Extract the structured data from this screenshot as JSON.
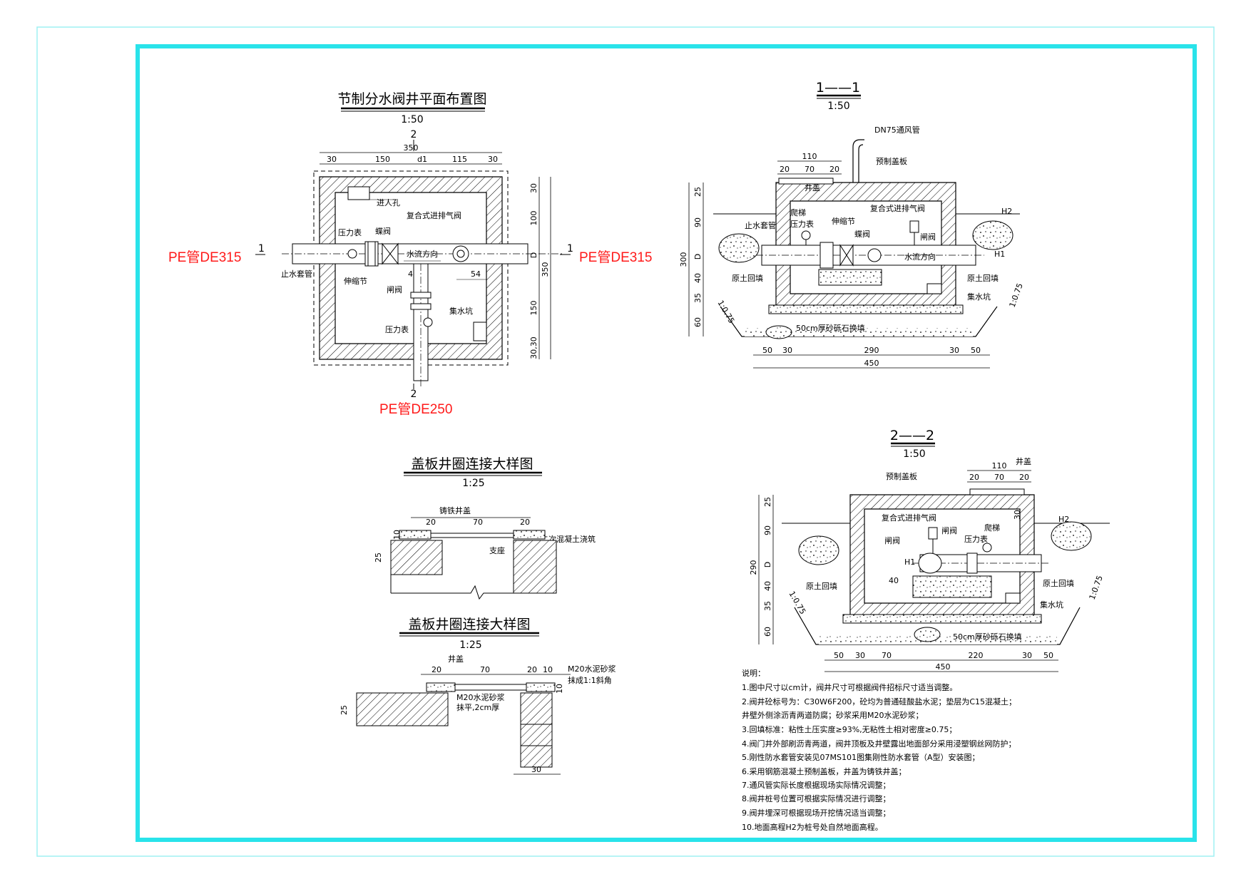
{
  "colors": {
    "frame": "#29e3ea",
    "frame_outer": "#9ff0f3",
    "pipe_label": "#ff1a1a",
    "line": "#000000"
  },
  "plan": {
    "title": "节制分水阀井平面布置图",
    "scale": "1:50",
    "sec_mark_1": "1",
    "sec_mark_2": "2",
    "dims_top": {
      "total": "350",
      "a": "30",
      "b": "150",
      "c": "d1",
      "d": "115",
      "e": "30"
    },
    "dims_right": {
      "a": "30",
      "b": "100",
      "c": "D",
      "d": "150",
      "e": "30,30",
      "total": "350"
    },
    "labels": {
      "manhole": "进人孔",
      "air_valve": "复合式进排气阀",
      "gauge_left": "压力表",
      "butterfly": "蝶阀",
      "flow": "水流方向",
      "sleeve": "止水套管",
      "expansion": "伸缩节",
      "gate": "闸阀",
      "d43": "43",
      "d54": "54",
      "sump": "集水坑",
      "gauge_bottom": "压力表"
    },
    "pipe_left": "PE管DE315",
    "pipe_right": "PE管DE315",
    "pipe_bottom": "PE管DE250"
  },
  "sec11": {
    "title": "1——1",
    "scale": "1:50",
    "labels": {
      "vent": "DN75通风管",
      "cover_slab": "预制盖板",
      "well_cover": "井盖",
      "ladder": "爬梯",
      "gauge": "压力表",
      "air_valve": "复合式进排气阀",
      "gate": "闸阀",
      "sleeve": "止水套管",
      "expansion": "伸缩节",
      "butterfly": "蝶阀",
      "flow": "水流方向",
      "backfill_l": "原土回填",
      "backfill_r": "原土回填",
      "sump": "集水坑",
      "sand": "50cm厚砂砾石换填",
      "h1": "H1",
      "h2": "H2",
      "slope_l": "1:0.75",
      "slope_r": "1:0.75"
    },
    "dims_top": {
      "total": "110",
      "a": "20",
      "b": "70",
      "c": "20"
    },
    "dims_left": {
      "a": "25",
      "b": "90",
      "c": "D",
      "d": "40",
      "e": "35",
      "f": "60",
      "total": "300"
    },
    "dims_bottom": {
      "a": "50",
      "b": "30",
      "c": "290",
      "d": "30",
      "e": "50",
      "total": "450"
    }
  },
  "sec22": {
    "title": "2——2",
    "scale": "1:50",
    "labels": {
      "cover_slab": "预制盖板",
      "well_cover": "井盖",
      "air_valve": "复合式进排气阀",
      "gate_top": "闸阀",
      "gate_left": "闸阀",
      "ladder": "爬梯",
      "gauge": "压力表",
      "backfill_l": "原土回填",
      "backfill_r": "原土回填",
      "sump": "集水坑",
      "sand": "50cm厚砂砾石换填",
      "h1": "H1",
      "h2": "H2",
      "d40": "40",
      "slope_l": "1:0.75",
      "slope_r": "1:0.75"
    },
    "dims_top": {
      "total": "110",
      "a": "20",
      "b": "70",
      "c": "20",
      "r1": "30",
      "r2": "30"
    },
    "dims_left": {
      "a": "25",
      "b": "90",
      "c": "D",
      "d": "40",
      "e": "35",
      "f": "60",
      "total": "290"
    },
    "dims_bottom": {
      "a": "50",
      "b": "30",
      "c": "70",
      "d": "220",
      "e": "30",
      "f": "50",
      "total": "450"
    }
  },
  "detail1": {
    "title": "盖板井圈连接大样图",
    "scale": "1:25",
    "labels": {
      "cover": "铸铁井盖",
      "concrete": "二次混凝土浇筑",
      "support": "支座"
    },
    "dims": {
      "a": "20",
      "b": "70",
      "c": "20",
      "d": "10",
      "h": "25"
    }
  },
  "detail2": {
    "title": "盖板井圈连接大样图",
    "scale": "1:25",
    "labels": {
      "cover": "井盖",
      "mortar_r1": "M20水泥砂浆",
      "mortar_r2": "抹成1:1斜角",
      "mortar_m1": "M20水泥砂浆",
      "mortar_m2": "抹平,2cm厚"
    },
    "dims": {
      "a": "20",
      "b": "70",
      "c": "20",
      "d": "10",
      "e": "10",
      "h": "25",
      "w": "30"
    }
  },
  "notes": {
    "heading": "说明：",
    "items": [
      "1.图中尺寸以cm计，阀井尺寸可根据阀件招标尺寸适当调整。",
      "2.阀井砼标号为：C30W6F200，砼均为普通硅酸盐水泥；垫层为C15混凝土；",
      "井壁外侧涂沥青两道防腐；砂浆采用M20水泥砂浆；",
      "3.回填标准：粘性土压实度≥93%,无粘性土相对密度≥0.75；",
      "4.阀门井外部刷沥青两道，阀井顶板及井壁露出地面部分采用浸塑钢丝网防护；",
      "5.刚性防水套管安装见07MS101图集刚性防水套管（A型）安装图；",
      "6.采用钢筋混凝土预制盖板，井盖为铸铁井盖；",
      "7.通风管实际长度根据现场实际情况调整；",
      "8.阀井桩号位置可根据实际情况进行调整；",
      "9.阀井埋深可根据现场开挖情况适当调整；",
      "10.地面高程H2为桩号处自然地面高程。"
    ]
  }
}
